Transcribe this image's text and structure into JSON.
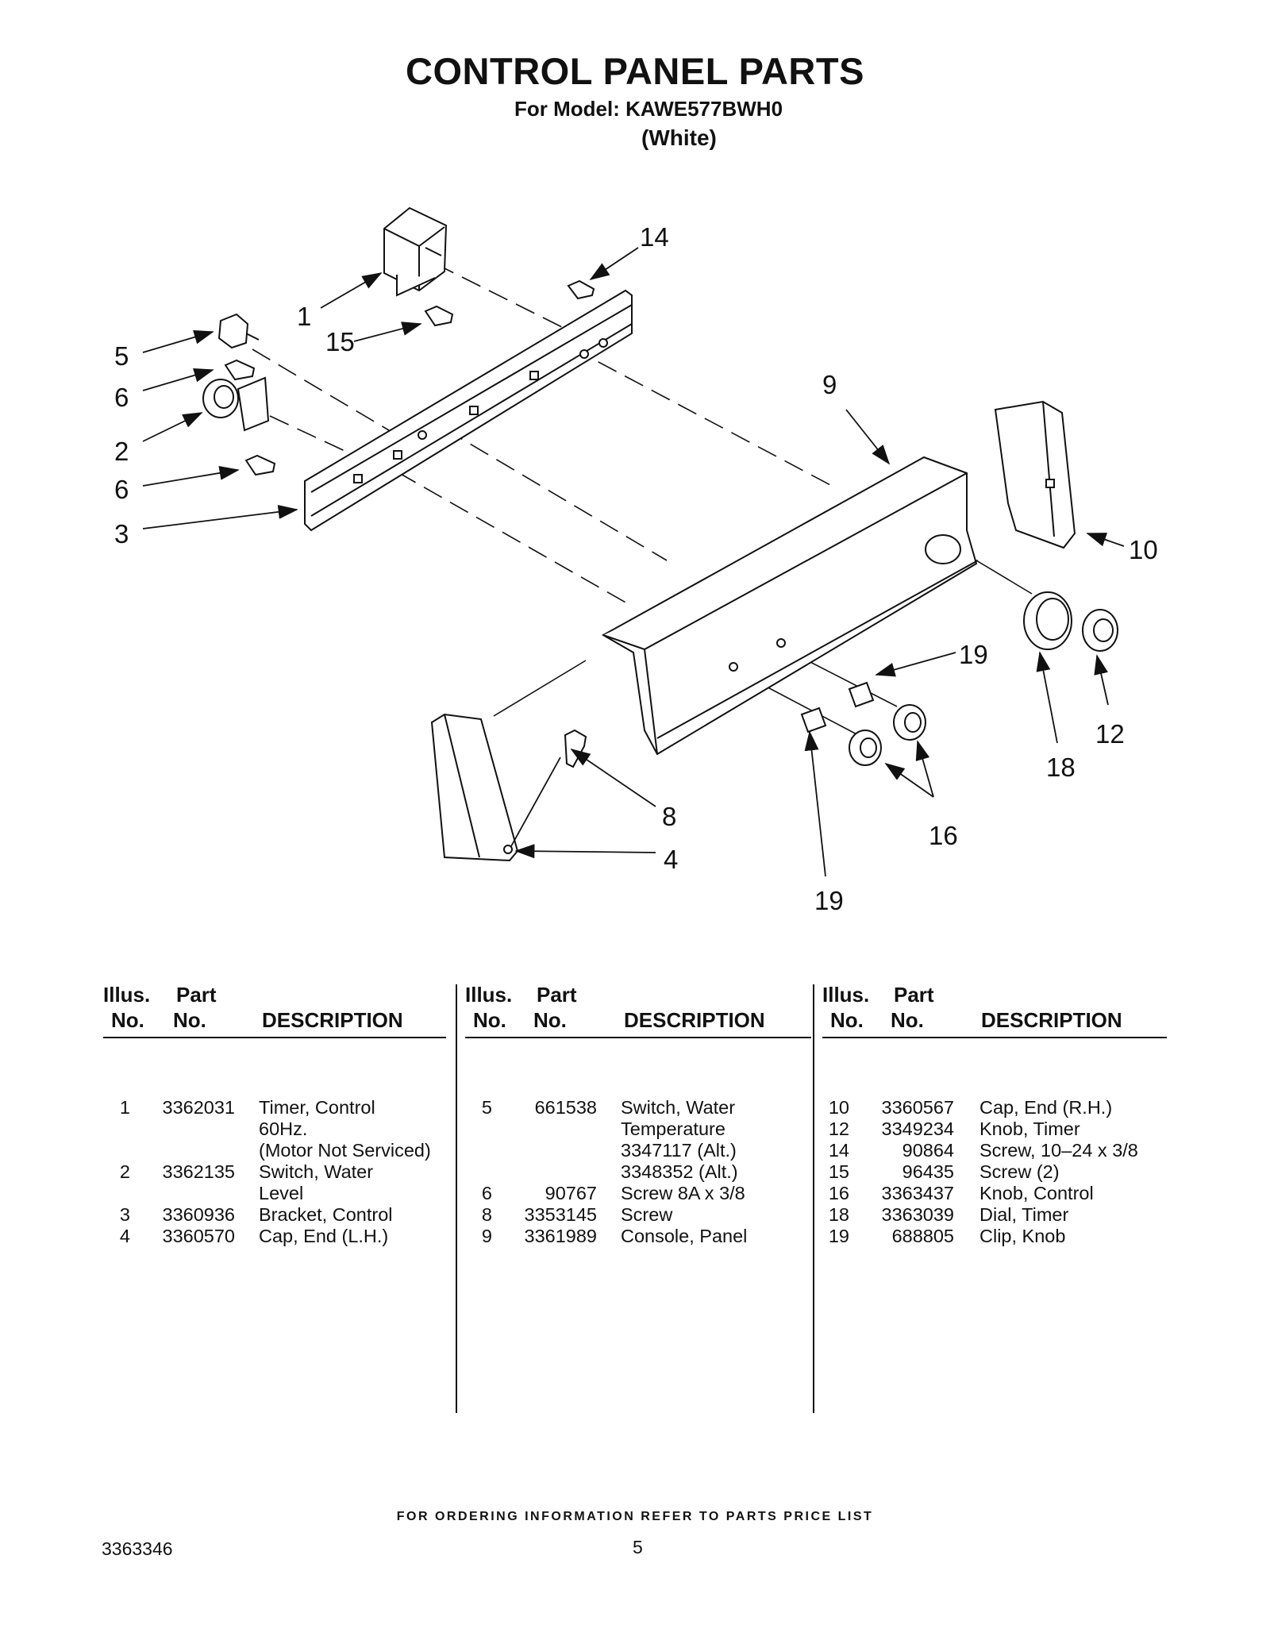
{
  "header": {
    "title": "CONTROL PANEL PARTS",
    "subtitle": "For Model: KAWE577BWH0",
    "variant": "(White)"
  },
  "diagram": {
    "callouts": [
      "1",
      "2",
      "3",
      "4",
      "5",
      "6",
      "6",
      "8",
      "9",
      "10",
      "12",
      "14",
      "15",
      "16",
      "18",
      "19",
      "19"
    ]
  },
  "table": {
    "headers": {
      "illus_top": "Illus.",
      "illus_bottom": "No.",
      "part_top": "Part",
      "part_bottom": "No.",
      "description": "DESCRIPTION"
    },
    "columns": [
      {
        "rows": [
          {
            "no": "1",
            "part": "3362031",
            "desc": [
              "Timer, Control",
              "60Hz.",
              "(Motor Not Serviced)"
            ]
          },
          {
            "no": "2",
            "part": "3362135",
            "desc": [
              "Switch, Water",
              "Level"
            ]
          },
          {
            "no": "3",
            "part": "3360936",
            "desc": [
              "Bracket, Control"
            ]
          },
          {
            "no": "4",
            "part": "3360570",
            "desc": [
              "Cap, End (L.H.)"
            ]
          }
        ]
      },
      {
        "rows": [
          {
            "no": "5",
            "part": "661538",
            "desc": [
              "Switch, Water",
              "Temperature",
              "3347117 (Alt.)",
              "3348352 (Alt.)"
            ]
          },
          {
            "no": "6",
            "part": "90767",
            "desc": [
              "Screw 8A x 3/8"
            ]
          },
          {
            "no": "8",
            "part": "3353145",
            "desc": [
              "Screw"
            ]
          },
          {
            "no": "9",
            "part": "3361989",
            "desc": [
              "Console, Panel"
            ]
          }
        ]
      },
      {
        "rows": [
          {
            "no": "10",
            "part": "3360567",
            "desc": [
              "Cap, End (R.H.)"
            ]
          },
          {
            "no": "12",
            "part": "3349234",
            "desc": [
              "Knob, Timer"
            ]
          },
          {
            "no": "14",
            "part": "90864",
            "desc": [
              "Screw, 10–24 x 3/8"
            ]
          },
          {
            "no": "15",
            "part": "96435",
            "desc": [
              "Screw (2)"
            ]
          },
          {
            "no": "16",
            "part": "3363437",
            "desc": [
              "Knob, Control"
            ]
          },
          {
            "no": "18",
            "part": "3363039",
            "desc": [
              "Dial, Timer"
            ]
          },
          {
            "no": "19",
            "part": "688805",
            "desc": [
              "Clip, Knob"
            ]
          }
        ]
      }
    ]
  },
  "footer": {
    "note": "FOR ORDERING INFORMATION REFER TO PARTS PRICE LIST",
    "doc_number": "3363346",
    "page_number": "5"
  }
}
